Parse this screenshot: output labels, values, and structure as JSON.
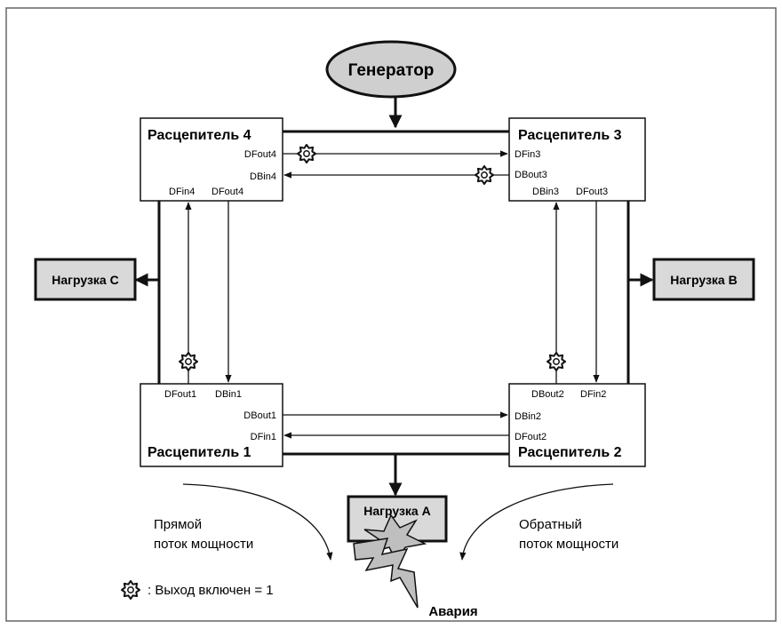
{
  "generator": {
    "label": "Генератор"
  },
  "breakers": {
    "b1": {
      "title": "Расцепитель 1",
      "port_dfout": "DFout1",
      "port_dbin_top": "DBin1",
      "port_dbout": "DBout1",
      "port_dfin": "DFin1"
    },
    "b2": {
      "title": "Расцепитель 2",
      "port_dbout": "DBout2",
      "port_dfin_top": "DFin2",
      "port_dbin": "DBin2",
      "port_dfout": "DFout2"
    },
    "b3": {
      "title": "Расцепитель 3",
      "port_dfin": "DFin3",
      "port_dbout": "DBout3",
      "port_dbin_bottom": "DBin3",
      "port_dfout_bottom": "DFout3"
    },
    "b4": {
      "title": "Расцепитель 4",
      "port_dfout": "DFout4",
      "port_dbin": "DBin4",
      "port_dfin_bottom": "DFin4",
      "port_dfout_bottom": "DFout4"
    }
  },
  "loads": {
    "a": "Нагрузка A",
    "b": "Нагрузка B",
    "c": "Нагрузка C"
  },
  "flows": {
    "forward": [
      "Прямой",
      "поток мощности"
    ],
    "reverse": [
      "Обратный",
      "поток мощности"
    ]
  },
  "fault": "Авария",
  "legend": {
    "text": ": Выход включен = 1"
  },
  "colors": {
    "box_fill": "#ffffff",
    "load_fill": "#d9d9d9",
    "generator_fill": "#cfcfcf",
    "stroke": "#111111",
    "fault_fill": "#bfbfbf"
  }
}
